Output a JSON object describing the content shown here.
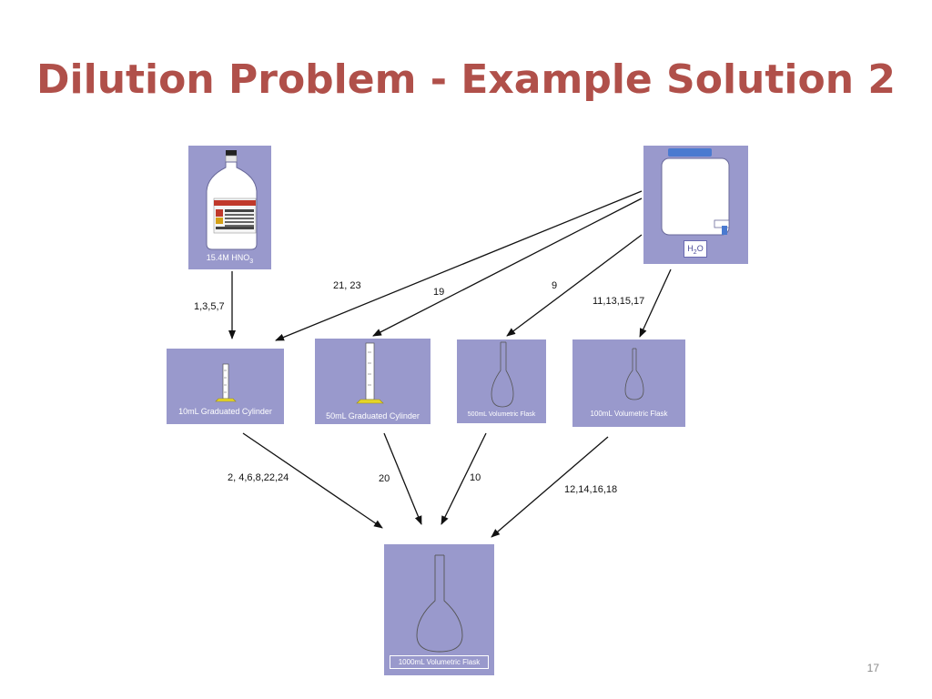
{
  "title": "Dilution Problem - Example Solution 2",
  "slide_number": "17",
  "nodes": {
    "stock": {
      "label": "15.4M HNO",
      "sub": "3"
    },
    "water": {
      "label": "H",
      "sub": "2",
      "tail": "O"
    },
    "cyl10": {
      "label": "10mL Graduated Cylinder"
    },
    "cyl50": {
      "label": "50mL Graduated Cylinder"
    },
    "flask500": {
      "label": "500mL Volumetric Flask"
    },
    "flask100": {
      "label": "100mL Volumetric Flask"
    },
    "flask1000": {
      "label": "1000mL Volumetric Flask"
    }
  },
  "edges": {
    "stock_cyl10": "1,3,5,7",
    "water_cyl10": "21, 23",
    "water_cyl50": "19",
    "water_flask500": "9",
    "water_flask100": "11,13,15,17",
    "cyl10_flask1000": "2, 4,6,8,22,24",
    "cyl50_flask1000": "20",
    "flask500_flask1000": "10",
    "flask100_flask1000": "12,14,16,18"
  },
  "colors": {
    "box": "#9999cc",
    "title": "#b0504a",
    "arrow": "#111111"
  }
}
